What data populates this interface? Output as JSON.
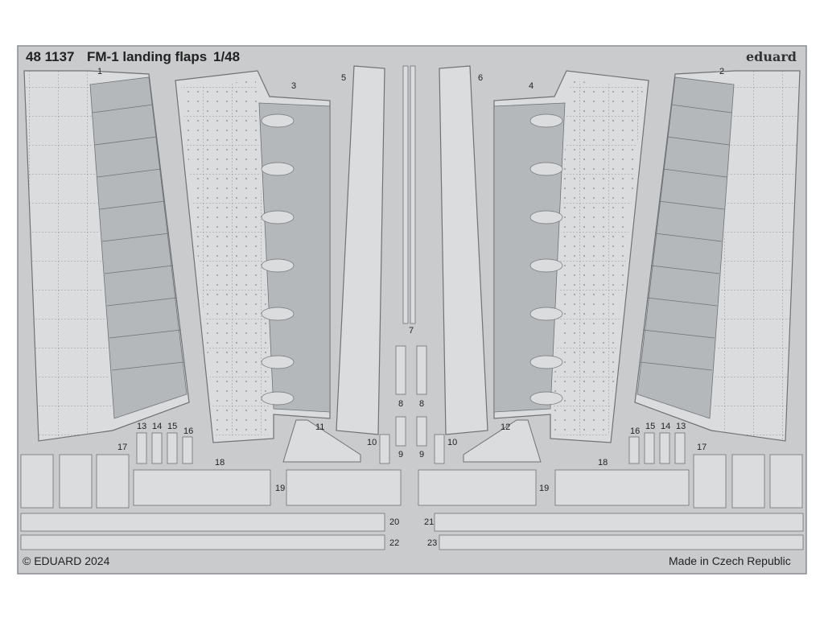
{
  "header": {
    "code": "48 1137",
    "name": "FM-1 landing flaps",
    "scale": "1/48",
    "brand": "eduard"
  },
  "footer": {
    "copyright": "© EDUARD 2024",
    "origin": "Made in Czech Republic"
  },
  "part_numbers": [
    "1",
    "2",
    "3",
    "4",
    "5",
    "6",
    "7",
    "8",
    "8",
    "9",
    "9",
    "10",
    "10",
    "11",
    "12",
    "13",
    "14",
    "15",
    "16",
    "16",
    "15",
    "14",
    "13",
    "17",
    "17",
    "18",
    "18",
    "19",
    "19",
    "20",
    "21",
    "22",
    "23"
  ],
  "colors": {
    "fret": "#c9cbcd",
    "part_light": "#dadcde",
    "part_dark": "#b5b8bb",
    "outline": "#6f7276",
    "border": "#8a8d90"
  }
}
